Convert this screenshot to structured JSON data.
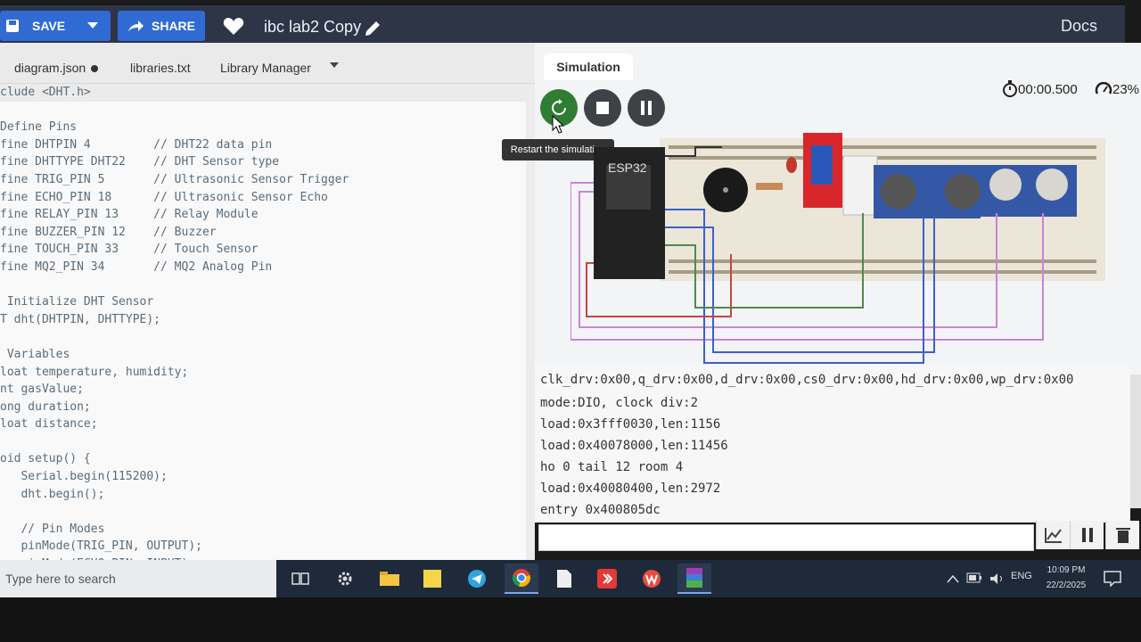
{
  "header": {
    "save_label": "SAVE",
    "share_label": "SHARE",
    "project_title": "ibc lab2 Copy",
    "docs_label": "Docs"
  },
  "editor": {
    "tabs": [
      {
        "label": "diagram.json",
        "modified": true
      },
      {
        "label": "libraries.txt"
      },
      {
        "label": "Library Manager"
      }
    ],
    "code_lines": [
      "clude <DHT.h>",
      "",
      "Define Pins",
      "fine DHTPIN 4         // DHT22 data pin",
      "fine DHTTYPE DHT22    // DHT Sensor type",
      "fine TRIG_PIN 5       // Ultrasonic Sensor Trigger",
      "fine ECHO_PIN 18      // Ultrasonic Sensor Echo",
      "fine RELAY_PIN 13     // Relay Module",
      "fine BUZZER_PIN 12    // Buzzer",
      "fine TOUCH_PIN 33     // Touch Sensor",
      "fine MQ2_PIN 34       // MQ2 Analog Pin",
      "",
      " Initialize DHT Sensor",
      "T dht(DHTPIN, DHTTYPE);",
      "",
      " Variables",
      "loat temperature, humidity;",
      "nt gasValue;",
      "ong duration;",
      "loat distance;",
      "",
      "oid setup() {",
      "   Serial.begin(115200);",
      "   dht.begin();",
      "",
      "   // Pin Modes",
      "   pinMode(TRIG_PIN, OUTPUT);",
      "   pinMode(ECHO_PIN, INPUT);"
    ]
  },
  "simulation": {
    "tab_label": "Simulation",
    "tooltip": "Restart the simulation",
    "timer": "00:00.500",
    "speed": "23%",
    "board_label": "ESP32",
    "serial_lines": [
      "clk_drv:0x00,q_drv:0x00,d_drv:0x00,cs0_drv:0x00,hd_drv:0x00,wp_drv:0x00",
      "mode:DIO, clock div:2",
      "load:0x3fff0030,len:1156",
      "load:0x40078000,len:11456",
      "ho 0 tail 12 room 4",
      "load:0x40080400,len:2972",
      "entry 0x400805dc"
    ]
  },
  "taskbar": {
    "search_placeholder": "Type here to search",
    "language": "ENG",
    "time": "10:09 PM",
    "date": "22/2/2025"
  },
  "colors": {
    "header_bg": "#2d3547",
    "button_blue": "#2f6bd3",
    "restart_green": "#2e7d32",
    "taskbar_bg": "#1e2a3a"
  }
}
